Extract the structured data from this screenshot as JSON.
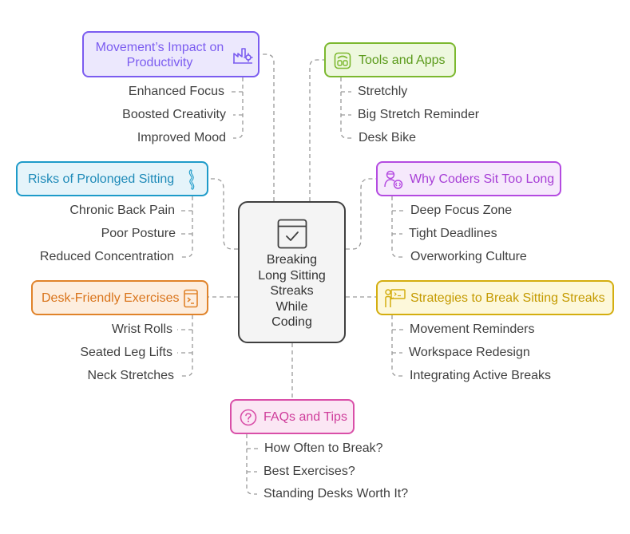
{
  "center": {
    "lines": [
      "Breaking",
      "Long Sitting",
      "Streaks",
      "While",
      "Coding"
    ],
    "icon": "checkmark-window-icon"
  },
  "topics": [
    {
      "key": "movement",
      "lines": [
        "Movement’s Impact on",
        "Productivity"
      ],
      "color": "#7b5cf0",
      "fill": "#ece8fd",
      "icon": "factory-icon",
      "items": [
        "Enhanced Focus",
        "Boosted Creativity",
        "Improved Mood"
      ]
    },
    {
      "key": "tools",
      "lines": [
        "Tools and Apps"
      ],
      "color": "#7cb82f",
      "fill": "#eef8df",
      "icon": "scale-icon",
      "items": [
        "Stretchly",
        "Big Stretch Reminder",
        "Desk Bike"
      ]
    },
    {
      "key": "risks",
      "lines": [
        "Risks of Prolonged Sitting"
      ],
      "color": "#1e9bc9",
      "fill": "#e5f4fa",
      "icon": "spine-icon",
      "items": [
        "Chronic Back Pain",
        "Poor Posture",
        "Reduced Concentration"
      ]
    },
    {
      "key": "why",
      "lines": [
        "Why Coders Sit Too Long"
      ],
      "color": "#b44be1",
      "fill": "#f6e9fc",
      "icon": "coder-icon",
      "items": [
        "Deep Focus Zone",
        "Tight Deadlines",
        "Overworking Culture"
      ]
    },
    {
      "key": "exercises",
      "lines": [
        "Desk-Friendly Exercises"
      ],
      "color": "#e0832a",
      "fill": "#fdeedf",
      "icon": "document-code-icon",
      "items": [
        "Wrist Rolls",
        "Seated Leg Lifts",
        "Neck Stretches"
      ]
    },
    {
      "key": "strategies",
      "lines": [
        "Strategies to Break Sitting Streaks"
      ],
      "color": "#d4ae10",
      "fill": "#fdf8da",
      "icon": "presenter-icon",
      "items": [
        "Movement Reminders",
        "Workspace Redesign",
        "Integrating Active Breaks"
      ]
    },
    {
      "key": "faqs",
      "lines": [
        "FAQs and Tips"
      ],
      "color": "#d94fa8",
      "fill": "#fbe7f4",
      "icon": "question-icon",
      "items": [
        "How Often to Break?",
        "Best Exercises?",
        "Standing Desks Worth It?"
      ]
    }
  ]
}
